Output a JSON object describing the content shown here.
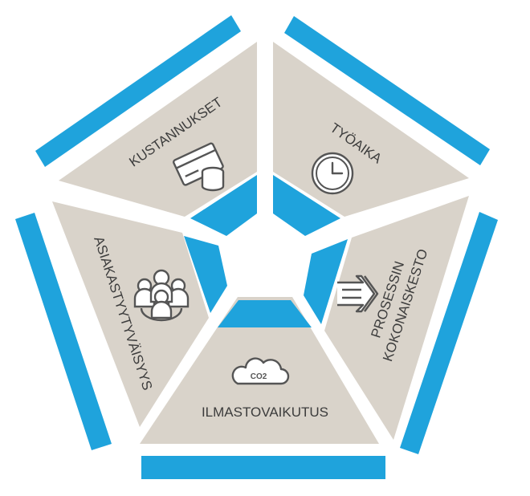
{
  "colors": {
    "segment": "#d9d3ca",
    "accent": "#1fa3dc",
    "icon": "#555555",
    "label": "#3c3c3c",
    "background": "#ffffff"
  },
  "segments": [
    {
      "id": "costs",
      "label": "KUSTANNUKSET",
      "icon": "credit-card-and-coins-icon"
    },
    {
      "id": "worktime",
      "label": "TYÖAIKA",
      "icon": "clock-icon"
    },
    {
      "id": "lead-time",
      "label_line1": "PROSESSIN",
      "label_line2": "KOKONAISKESTO",
      "icon": "fast-forward-arrow-icon"
    },
    {
      "id": "climate",
      "label": "ILMASTOVAIKUTUS",
      "icon_text": "CO2",
      "icon": "co2-cloud-icon"
    },
    {
      "id": "customer",
      "label": "ASIAKASTYYTYVÄISYYS",
      "icon": "people-group-icon"
    }
  ]
}
